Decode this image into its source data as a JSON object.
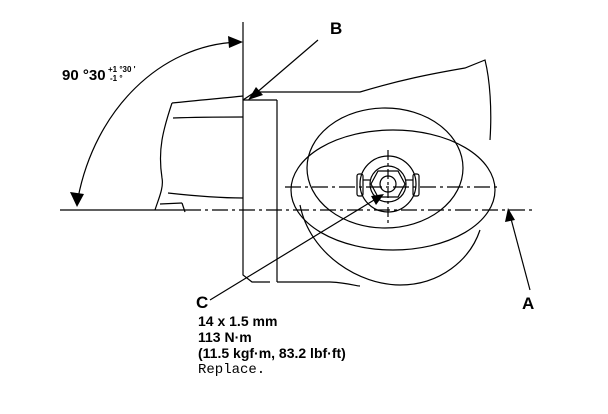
{
  "labels": {
    "callout_a": "A",
    "callout_b": "B",
    "callout_c": "C"
  },
  "angle": {
    "main": "90 °30",
    "tol_upper": "+1 °30 '",
    "tol_lower": "-1 °"
  },
  "spec": {
    "thread": "14 x 1.5 mm",
    "torque_nm": "113 N·m",
    "torque_alt": "(11.5 kgf·m, 83.2 lbf·ft)",
    "note": "Replace."
  }
}
